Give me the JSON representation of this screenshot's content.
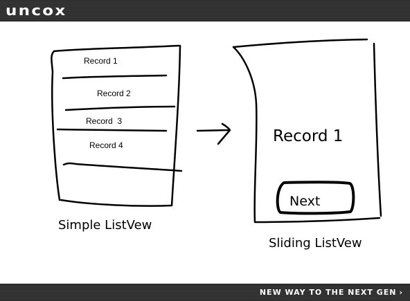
{
  "header": {
    "logo_text": "uncox"
  },
  "footer": {
    "tagline": "NEW WAY TO THE NEXT GEN",
    "arrow_glyph": "›"
  },
  "simple_list": {
    "records": [
      "Record 1",
      "Record 2",
      "Record  3",
      "Record 4"
    ],
    "caption": "Simple ListVew"
  },
  "sliding_list": {
    "record": "Record 1",
    "next_label": "Next",
    "caption": "Sliding ListVew"
  },
  "connector": {
    "icon": "right-arrow-icon"
  }
}
